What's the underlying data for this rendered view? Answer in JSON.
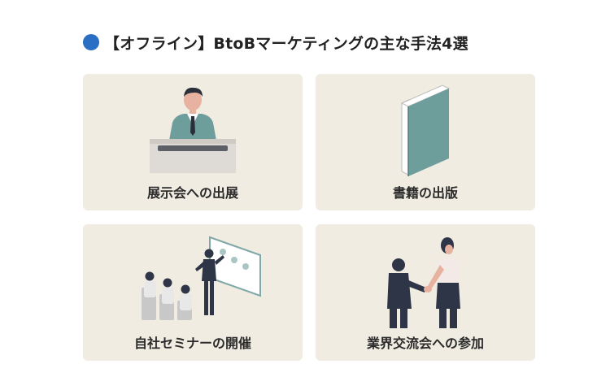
{
  "title": "【オフライン】BtoBマーケティングの主な手法4選",
  "colors": {
    "bullet": "#2a6fc4",
    "card_bg": "#f0ece2",
    "teal": "#6e9e9c",
    "navy": "#2e3547"
  },
  "cards": [
    {
      "label": "展示会への出展",
      "icon": "speaker-at-podium-icon"
    },
    {
      "label": "書籍の出版",
      "icon": "book-icon"
    },
    {
      "label": "自社セミナーの開催",
      "icon": "seminar-presentation-icon"
    },
    {
      "label": "業界交流会への参加",
      "icon": "handshake-icon"
    }
  ]
}
